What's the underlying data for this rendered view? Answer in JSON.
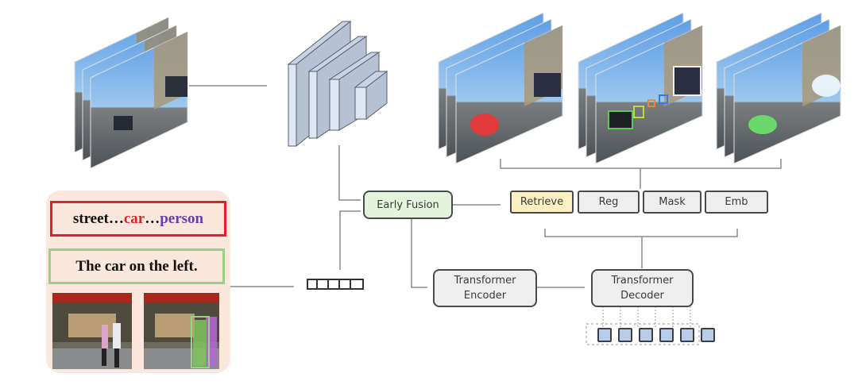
{
  "diagram": {
    "input_video": {
      "description": "stack of driving video frames"
    },
    "backbone": {
      "description": "3D CNN visual encoder (stacked feature blocks)"
    },
    "output_frames": [
      {
        "task": "retrieve",
        "highlight": "red car mask",
        "color": "#e23a3a"
      },
      {
        "task": "reg",
        "highlight": "bounding boxes",
        "color": "#5ac85a"
      },
      {
        "task": "mask",
        "highlight": "green car mask",
        "color": "#6bd86b"
      }
    ],
    "prompt_panel": {
      "category_prompt": {
        "parts": [
          {
            "text": "street…",
            "color": "#111111"
          },
          {
            "text": "car",
            "color": "#d42a2a"
          },
          {
            "text": "…",
            "color": "#111111"
          },
          {
            "text": "person",
            "color": "#6a3ea8"
          }
        ],
        "border_color": "#e0202a"
      },
      "expression_prompt": {
        "text": "The car on the left.",
        "border_color": "#9bd08a"
      },
      "visual_prompt_images": [
        "shopping mall pedestrians",
        "shopping mall pedestrians with masks"
      ]
    },
    "text_tokens": {
      "count": 5
    },
    "nodes": {
      "early_fusion": {
        "label": "Early Fusion",
        "fill": "#e4f3dc"
      },
      "retrieve": {
        "label": "Retrieve",
        "fill": "#fbf0c3"
      },
      "reg": {
        "label": "Reg",
        "fill": "#eeeeee"
      },
      "mask": {
        "label": "Mask",
        "fill": "#eeeeee"
      },
      "emb": {
        "label": "Emb",
        "fill": "#eeeeee"
      },
      "encoder": {
        "label_line1": "Transformer",
        "label_line2": "Encoder"
      },
      "decoder": {
        "label_line1": "Transformer",
        "label_line2": "Decoder"
      }
    },
    "query_tokens": {
      "count": 6,
      "fill": "#b9cdea"
    }
  }
}
